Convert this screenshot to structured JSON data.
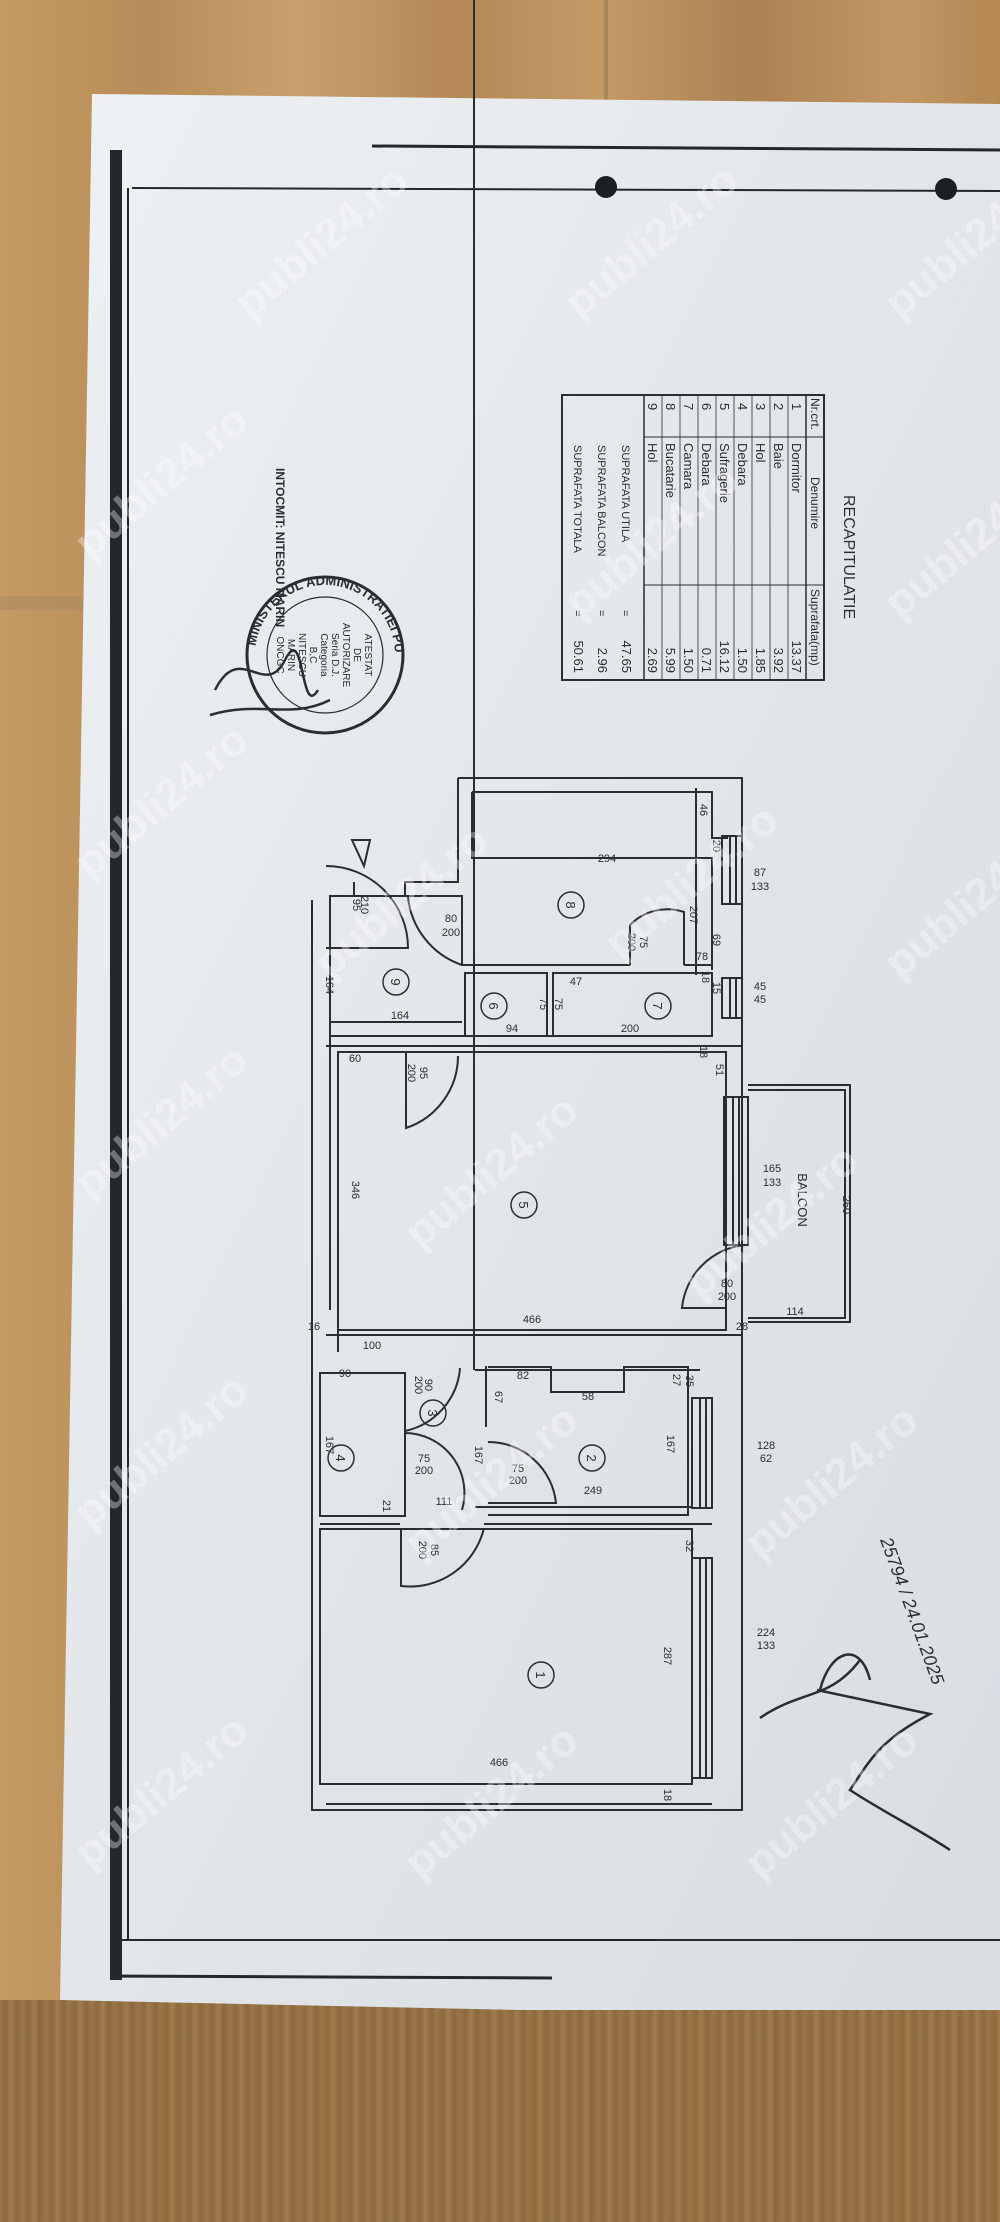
{
  "document": {
    "type": "Releveu apartament (floor plan)",
    "orientation": "rotated 90 degrees clockwise on photo",
    "watermark": "publi24.ro",
    "colors": {
      "paper": "#e4e8ec",
      "ink": "#2a2e33",
      "wood": "#c49a64",
      "wood_dark": "#8c6a3f"
    }
  },
  "recap": {
    "title": "RECAPITULATIE",
    "headers": [
      "Nr.crt.",
      "Denumire",
      "Suprafata(mp)"
    ],
    "rows": [
      {
        "nr": "1",
        "name": "Dormitor",
        "area": "13.37"
      },
      {
        "nr": "2",
        "name": "Baie",
        "area": "3.92"
      },
      {
        "nr": "3",
        "name": "Hol",
        "area": "1.85"
      },
      {
        "nr": "4",
        "name": "Debara",
        "area": "1.50"
      },
      {
        "nr": "5",
        "name": "Sufragerie",
        "area": "16.12"
      },
      {
        "nr": "6",
        "name": "Debara",
        "area": "0.71"
      },
      {
        "nr": "7",
        "name": "Camara",
        "area": "1.50"
      },
      {
        "nr": "8",
        "name": "Bucatarie",
        "area": "5.99"
      },
      {
        "nr": "9",
        "name": "Hol",
        "area": "2.69"
      }
    ],
    "totals": [
      {
        "label": "SUPRAFATA UTILA",
        "eq": "=",
        "value": "47.65"
      },
      {
        "label": "SUPRAFATA BALCON",
        "eq": "=",
        "value": "2.96"
      },
      {
        "label": "SUPRAFATA TOTALA",
        "eq": "=",
        "value": "50.61"
      }
    ]
  },
  "author": {
    "label": "INTOCMIT:",
    "name": "NITESCU MARIN",
    "stamp_outer": "MINISTERUL ADMINISTRATIEI PUBLICE",
    "stamp_lines": [
      "ATESTAT",
      "DE",
      "AUTORIZARE",
      "Seria D.J.",
      "Categoria",
      "B,C",
      "NITESCU",
      "MARIN",
      "ONCGC"
    ]
  },
  "handwritten": {
    "note": "25794 / 24.01.2025"
  },
  "rooms": [
    {
      "nr": "1",
      "label": "1"
    },
    {
      "nr": "2",
      "label": "2"
    },
    {
      "nr": "3",
      "label": "3"
    },
    {
      "nr": "4",
      "label": "4"
    },
    {
      "nr": "5",
      "label": "5"
    },
    {
      "nr": "6",
      "label": "6"
    },
    {
      "nr": "7",
      "label": "7"
    },
    {
      "nr": "8",
      "label": "8"
    },
    {
      "nr": "9",
      "label": "9"
    }
  ],
  "balcony_label": "BALCON",
  "dimensions": {
    "kitchen_len": "294",
    "kitchen_w": "207",
    "kitchen_46": "46",
    "kitchen_20": "20",
    "kitchen_69": "69",
    "kitchen_78": "78",
    "kitchen_18": "18",
    "win_kitchen": {
      "w": "87",
      "h": "133"
    },
    "win_pantry": {
      "w": "45",
      "h": "45"
    },
    "pantry_15": "15",
    "pantry_47": "47",
    "pantry_len": "200",
    "pantry_75": "75",
    "closet6_w": "94",
    "closet6_75": "75",
    "hall9_w": "164",
    "hall9_h": "164",
    "door_entry": {
      "w": "95",
      "h": "210"
    },
    "door_kitchen": {
      "w": "80",
      "h": "200"
    },
    "door_pantry": {
      "w": "75",
      "h": "200"
    },
    "door_living": {
      "w": "95",
      "h": "200"
    },
    "door_balcony": {
      "w": "80",
      "h": "200"
    },
    "door_hall3": {
      "w": "90",
      "h": "200"
    },
    "door_closet4": {
      "w": "75",
      "h": "200"
    },
    "door_bath": {
      "w": "75",
      "h": "200"
    },
    "door_bedroom": {
      "w": "85",
      "h": "200"
    },
    "living_w": "346",
    "living_len": "466",
    "living_60": "60",
    "living_18": "18",
    "living_16": "16",
    "living_51": "51",
    "living_28": "28",
    "win_living": {
      "w": "165",
      "h": "133"
    },
    "balcony_len": "260",
    "balcony_w": "114",
    "hall3_w": "100",
    "closet4_w": "90",
    "closet4_h": "167",
    "closet4_21": "21",
    "hall3_len": "111",
    "bath_82": "82",
    "bath_58": "58",
    "bath_27": "27",
    "bath_35": "35",
    "bath_67": "67",
    "bath_h": "167",
    "bath_len": "249",
    "bath_h2": "167",
    "win_bath": {
      "w": "128",
      "h": "62"
    },
    "bedroom_len": "466",
    "bedroom_w": "287",
    "bedroom_32": "32",
    "bedroom_18": "18",
    "win_bedroom": {
      "w": "224",
      "h": "133"
    }
  }
}
